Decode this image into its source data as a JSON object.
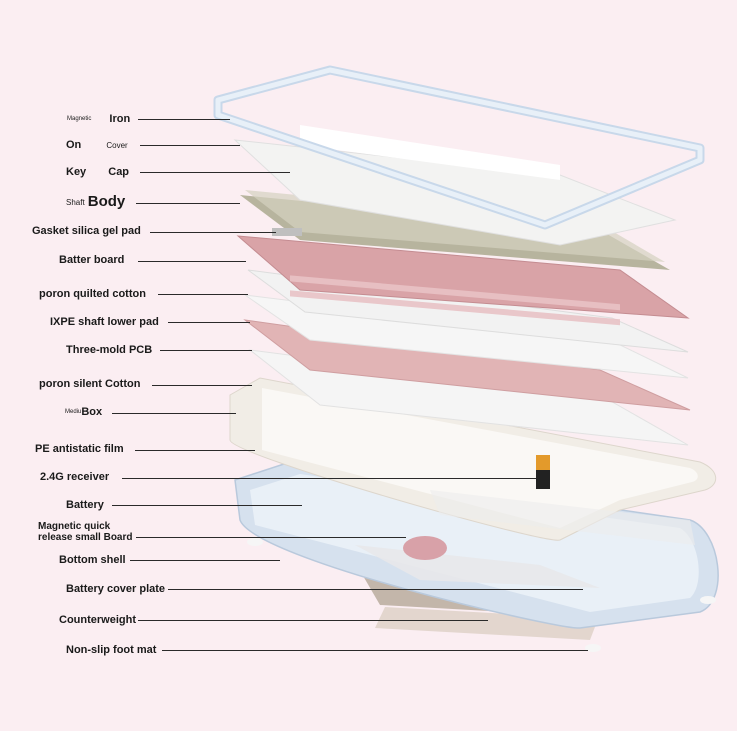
{
  "labels": {
    "magnetic_iron": {
      "prefix": "Magnetic",
      "main": "Iron"
    },
    "on_cover": {
      "prefix": "On",
      "main": "Cover"
    },
    "key_cap": {
      "prefix": "Key",
      "main": "Cap"
    },
    "shaft_body": {
      "prefix": "Shaft",
      "main": "Body"
    },
    "gasket": "Gasket silica gel pad",
    "batter_board": "Batter board",
    "poron_quilted": "poron quilted cotton",
    "ixpe": "IXPE shaft lower pad",
    "pcb": "Three-mold PCB",
    "poron_silent": "poron silent Cotton",
    "medium_box": {
      "prefix": "Mediu",
      "main": "Box"
    },
    "pe_film": "PE antistatic film",
    "receiver": "2.4G receiver",
    "battery": "Battery",
    "magnetic_quick": {
      "line1": "Magnetic quick",
      "line2": "release small Board"
    },
    "bottom_shell": "Bottom shell",
    "battery_cover": "Battery cover plate",
    "counterweight": "Counterweight",
    "non_slip": "Non-slip foot mat"
  },
  "colors": {
    "background": "#fbeef2",
    "frame": "#dde8f3",
    "keycap": "#f3f3f2",
    "switch_body": "#b7b49e",
    "plate_pink": "#d9a3a7",
    "foam_white": "#f5f5f5",
    "pcb_pink": "#e1b4b5",
    "case_cream": "#f1ede6",
    "bottom_blue": "#d6e1ee",
    "counterweight": "#b8ab9d",
    "leader": "#2a2a2a"
  }
}
